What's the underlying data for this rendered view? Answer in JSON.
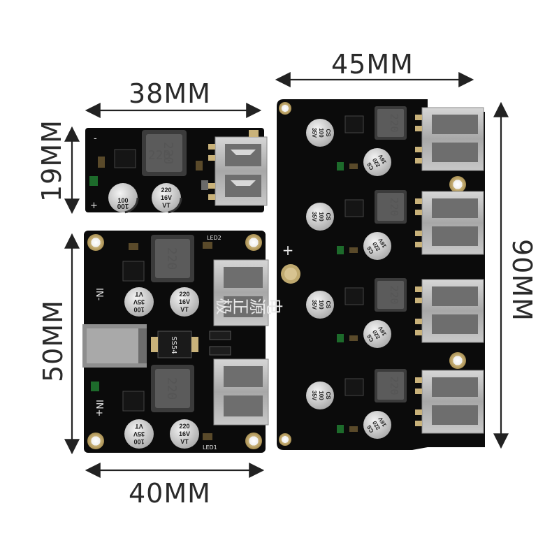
{
  "dimensions": {
    "small_board_width": "38MM",
    "small_board_height": "19MM",
    "medium_board_width": "40MM",
    "medium_board_height": "50MM",
    "large_board_width": "45MM",
    "large_board_height": "90MM"
  },
  "components": {
    "inductor_marking": "220",
    "diode_marking": "SS54",
    "cap_100_lines": [
      "100",
      "35V",
      "VT"
    ],
    "cap_220_lines": [
      "220",
      "16V",
      "VT"
    ],
    "cap_large_100_lines": [
      "CS",
      "100",
      "35V"
    ],
    "cap_large_220_lines": [
      "CS",
      "220",
      "16V"
    ]
  },
  "silkscreen": {
    "in_minus": "IN-",
    "in_plus": "IN+",
    "plus": "+",
    "minus": "-",
    "power_positive": "电源正极",
    "led1": "LED1",
    "led2": "LED2"
  },
  "colors": {
    "pcb": "#0b0b0b",
    "usb_metal": "#b9b9b9",
    "pad_gold": "#c9b27a",
    "arrow": "#222222"
  }
}
